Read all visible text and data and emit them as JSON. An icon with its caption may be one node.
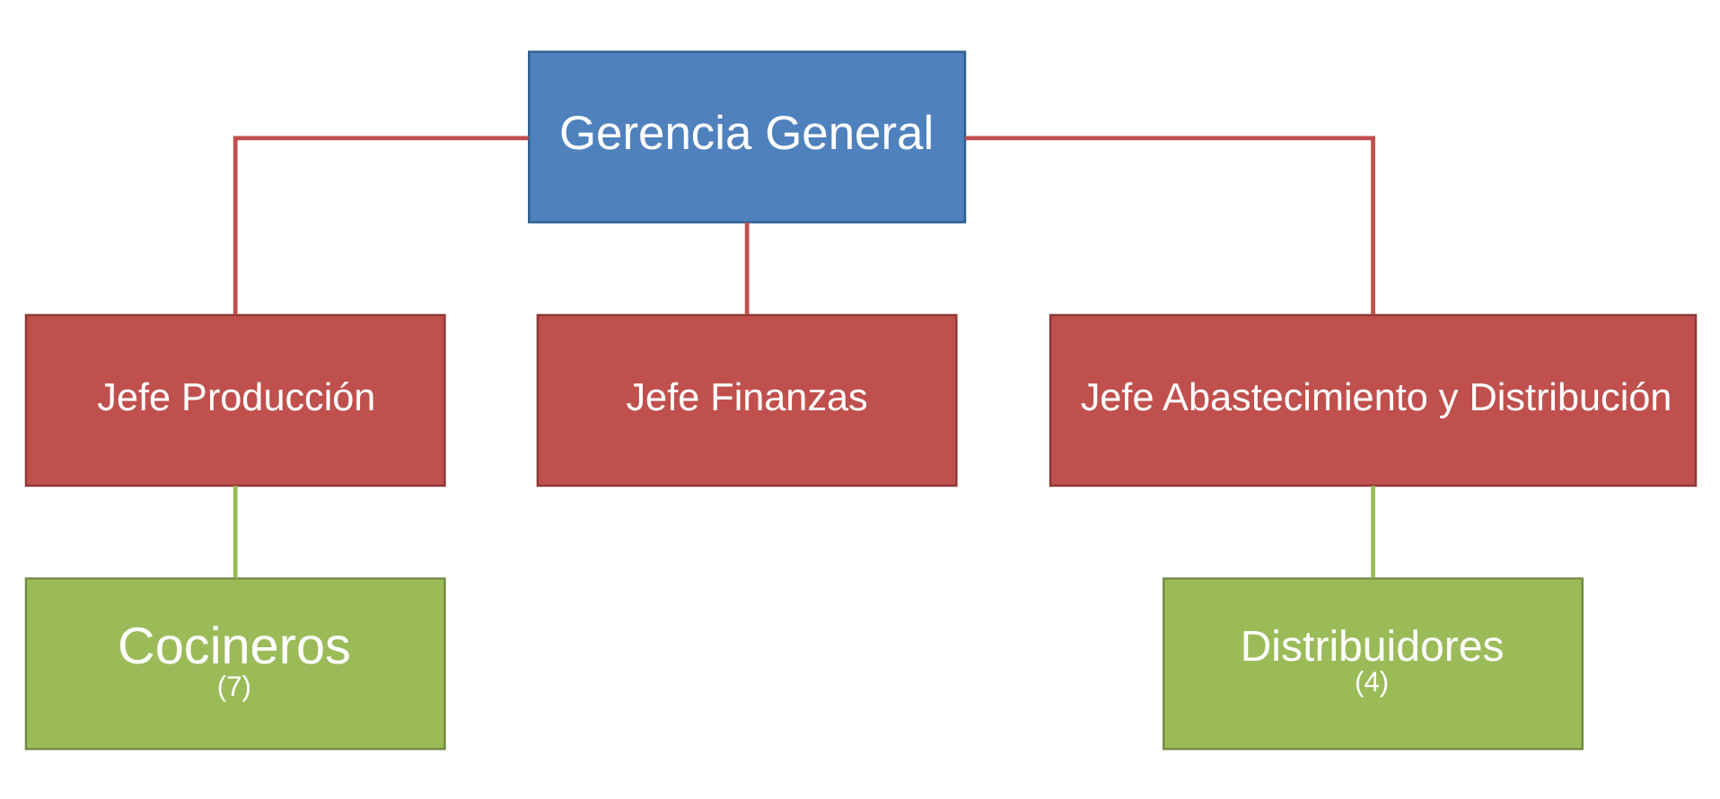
{
  "diagram": {
    "nodes": [
      {
        "text": [
          "Gerencia General"
        ]
      },
      {
        "text": [
          "Jefe Producción"
        ]
      },
      {
        "text": [
          "Jefe Finanzas"
        ]
      },
      {
        "text": [
          "Jefe Abastecimiento y Distribución"
        ]
      },
      {
        "text": [
          "Cocineros",
          "(7)"
        ]
      },
      {
        "text": [
          "Distribuidores",
          "(4)"
        ]
      }
    ],
    "edges": [
      {
        "from": 0,
        "to": 1,
        "arrow": "none"
      },
      {
        "from": 0,
        "to": 2,
        "arrow": "none"
      },
      {
        "from": 0,
        "to": 3,
        "arrow": "none"
      },
      {
        "from": 1,
        "to": 4,
        "arrow": "none",
        "color": "#9bbb59"
      },
      {
        "from": 3,
        "to": 5,
        "arrow": "none",
        "color": "#9bbb59"
      }
    ]
  }
}
